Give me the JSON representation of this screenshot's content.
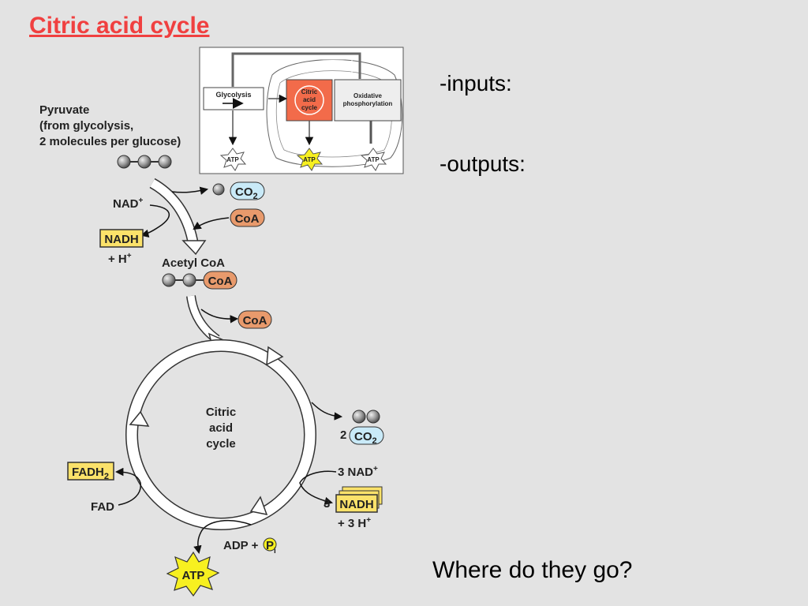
{
  "slide": {
    "title": "Citric acid cycle",
    "inputs_label": "-inputs:",
    "outputs_label": "-outputs:",
    "question": "Where do they go?"
  },
  "inset": {
    "glycolysis": "Glycolysis",
    "citric_line1": "Citric",
    "citric_line2": "acid",
    "citric_line3": "cycle",
    "oxphos_line1": "Oxidative",
    "oxphos_line2": "phosphorylation",
    "atp": "ATP"
  },
  "diagram": {
    "pyruvate_line1": "Pyruvate",
    "pyruvate_line2": "(from glycolysis,",
    "pyruvate_line3": "2 molecules per glucose)",
    "co2": "CO",
    "co2_sub": "2",
    "nad_plus": "NAD",
    "plus_sup": "+",
    "coa": "CoA",
    "nadh": "NADH",
    "plus_h": "+ H",
    "acetyl_coa": "Acetyl CoA",
    "cycle_line1": "Citric",
    "cycle_line2": "acid",
    "cycle_line3": "cycle",
    "co2_count": "2",
    "nad_count": "3 NAD",
    "nadh_count": "3",
    "plus_3h": "+ 3 H",
    "fadh2": "FADH",
    "fadh2_sub": "2",
    "fad": "FAD",
    "adp": "ADP +",
    "pi": "P",
    "pi_sub": "i",
    "atp": "ATP"
  },
  "colors": {
    "title": "#f04040",
    "nadh_fill": "#fbe26a",
    "co2_fill": "#c9eaf8",
    "coa_fill": "#e89a6c",
    "citric_box": "#f26b4a",
    "atp_burst": "#f7f020"
  }
}
